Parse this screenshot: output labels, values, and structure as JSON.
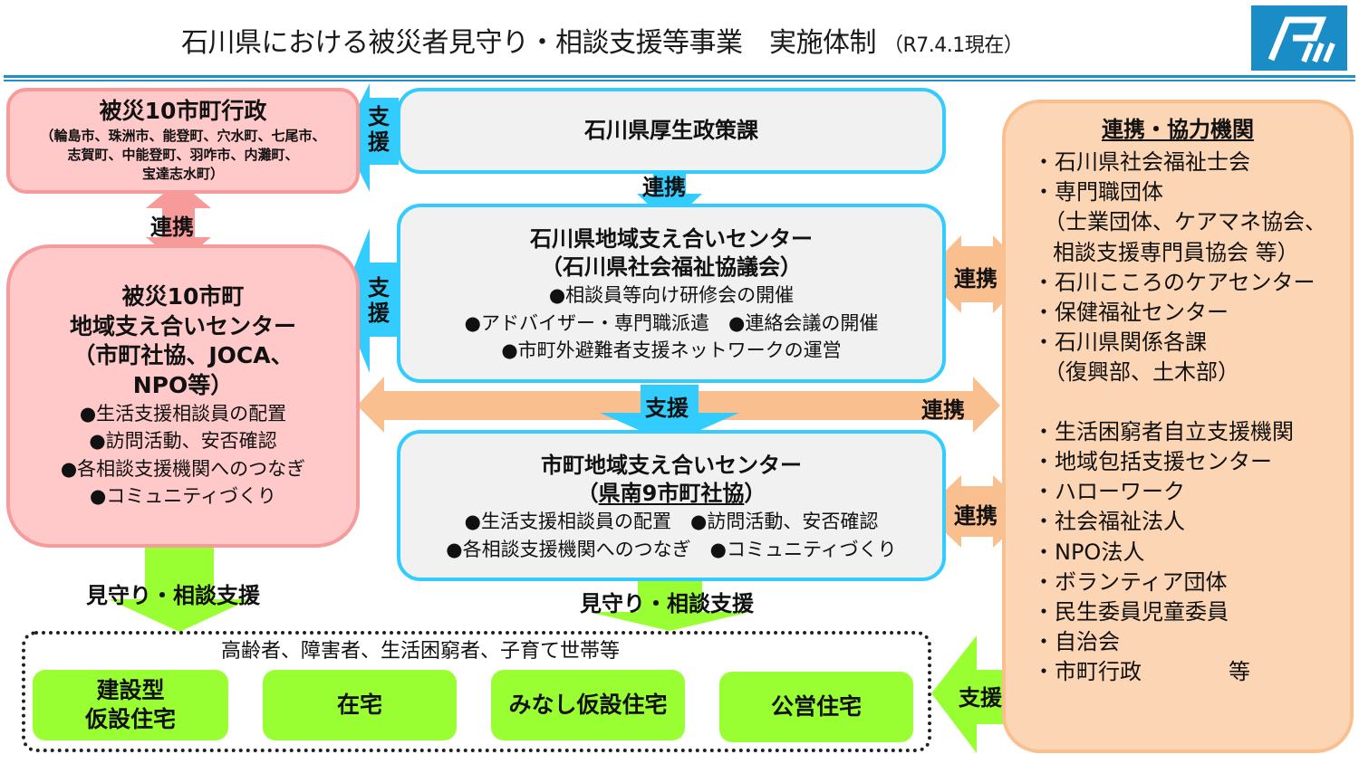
{
  "header": {
    "title": "石川県における被災者見守り・相談支援等事業　実施体制",
    "date": "（R7.4.1現在）",
    "logo_icon": "ishikawa-prefecture-logo"
  },
  "colors": {
    "pink_fill": "#ffc9c9",
    "pink_border": "#f79a9a",
    "blue": "#33ccff",
    "orange": "#f9bf8f",
    "orange_fill": "#fcd5b4",
    "green": "#99ff33",
    "header_rule": "#1e90c8"
  },
  "left_top": {
    "title": "被災10市町行政",
    "members": [
      "（輪島市、珠洲市、能登町、穴水町、七尾市、",
      "志賀町、中能登町、羽咋市、内灘町、",
      "宝達志水町）"
    ]
  },
  "left_main": {
    "title_lines": [
      "被災10市町",
      "地域支え合いセンター",
      "（市町社協、JOCA、",
      "NPO等）"
    ],
    "bullets": [
      "●生活支援相談員の配置",
      "●訪問活動、安否確認",
      "●各相談支援機関へのつなぎ",
      "●コミュニティづくり"
    ]
  },
  "center_top": {
    "title": "石川県厚生政策課"
  },
  "center_mid": {
    "title_lines": [
      "石川県地域支え合いセンター",
      "（石川県社会福祉協議会）"
    ],
    "bullets": [
      "●相談員等向け研修会の開催",
      "●アドバイザー・専門職派遣　●連絡会議の開催",
      "●市町外避難者支援ネットワークの運営"
    ]
  },
  "center_bottom": {
    "title": "市町地域支え合いセンター",
    "subtitle_open": "（",
    "subtitle_main": "県南9市町社協",
    "subtitle_close": "）",
    "bullets": [
      "●生活支援相談員の配置　●訪問活動、安否確認",
      "●各相談支援機関へのつなぎ　●コミュニティづくり"
    ]
  },
  "partners": {
    "title": "連携・協力機関",
    "group1": [
      "・石川県社会福祉士会",
      "・専門職団体",
      "（士業団体、ケアマネ協会、",
      "相談支援専門員協会 等）",
      "・石川こころのケアセンター",
      "・保健福祉センター",
      "・石川県関係各課",
      "（復興部、土木部）"
    ],
    "group2": [
      "・生活困窮者自立支援機関",
      "・地域包括支援センター",
      "・ハローワーク",
      "・社会福祉法人",
      "・NPO法人",
      "・ボランティア団体",
      "・民生委員児童委員",
      "・自治会",
      "・市町行政　　　　等"
    ]
  },
  "arrows": {
    "support": "支援",
    "support_v": [
      "支",
      "援"
    ],
    "link": "連携",
    "watch": "見守り・相談支援"
  },
  "targets": {
    "caption": "高齢者、障害者、生活困窮者、子育て世帯等",
    "housing": [
      {
        "lines": [
          "建設型",
          "仮設住宅"
        ]
      },
      {
        "lines": [
          "在宅"
        ]
      },
      {
        "lines": [
          "みなし仮設住宅"
        ]
      },
      {
        "lines": [
          "公営住宅"
        ]
      }
    ]
  }
}
